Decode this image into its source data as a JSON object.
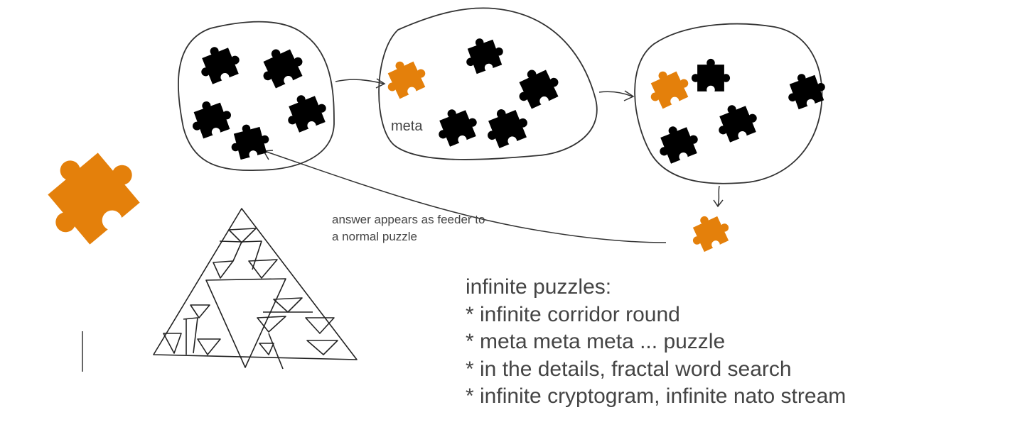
{
  "labels": {
    "meta": "meta",
    "answer_note_line1": "answer appears as feeder to",
    "answer_note_line2": "a normal puzzle"
  },
  "ideas": {
    "heading": "infinite puzzles:",
    "items": [
      "* infinite corridor round",
      "* meta meta meta ... puzzle",
      "* in the details, fractal word search",
      "* infinite cryptogram, infinite nato stream"
    ]
  },
  "colors": {
    "accent": "#e4800b",
    "piece_dark": "#000000",
    "ink": "#333333",
    "text": "#444444"
  },
  "icons": [
    "puzzle-piece-icon",
    "arrow-icon",
    "sierpinski-triangle"
  ]
}
